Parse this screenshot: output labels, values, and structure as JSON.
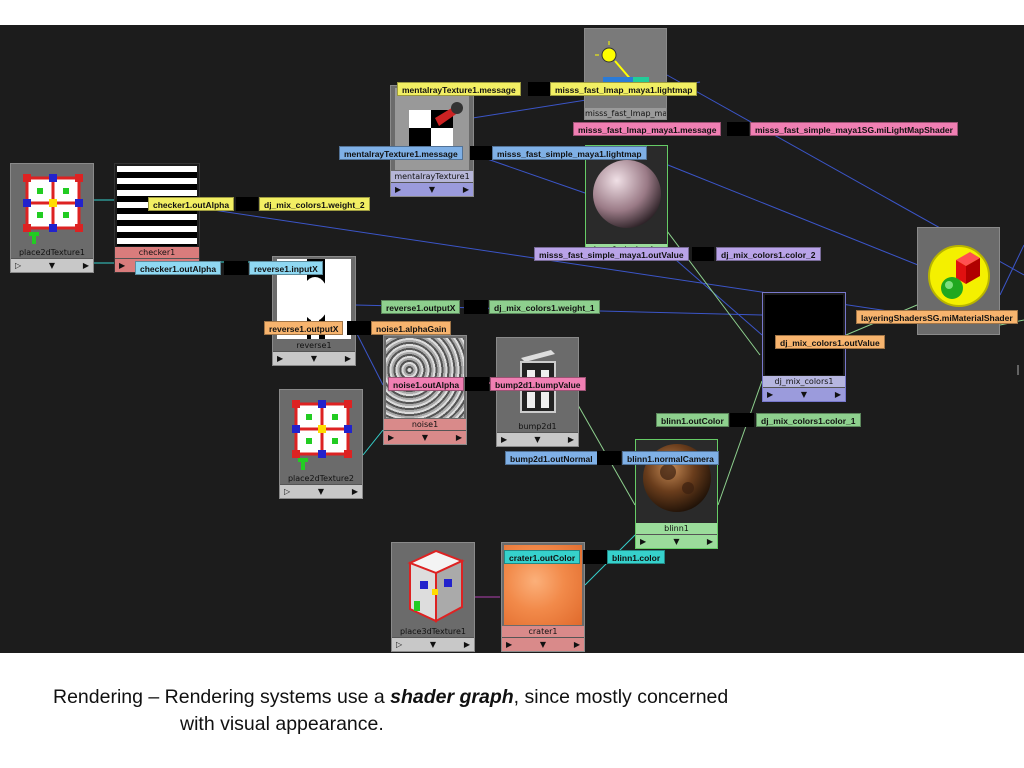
{
  "nodes": {
    "place2dTexture1": "place2dTexture1",
    "checker1": "checker1",
    "mentalrayTexture1": "mentalrayTexture1",
    "misss_fast_lmap": "misss_fast_lmap_ma...",
    "misss_fast_simple": "misss_fast_simple_...",
    "reverse1": "reverse1",
    "noise1": "noise1",
    "bump2d1": "bump2d1",
    "place2dTexture2": "place2dTexture2",
    "dj_mix_colors1": "dj_mix_colors1",
    "blinn1": "blinn1",
    "place3dTexture1": "place3dTexture1",
    "crater1": "crater1",
    "layeringShadersSG": ""
  },
  "nodebar": {
    "left": "▶",
    "mid": "▼",
    "right": "▶",
    "left_alt": "▷"
  },
  "tags": {
    "mentalrayTexture1_message": "mentalrayTexture1.message",
    "misss_fast_lmap_maya1_lightmap": "misss_fast_lmap_maya1.lightmap",
    "misss_fast_lmap_maya1_message": "misss_fast_lmap_maya1.message",
    "misss_fast_simple_maya1SG_miLightMapShader": "misss_fast_simple_maya1SG.miLightMapShader",
    "mentalrayTexture1_message_2": "mentalrayTexture1.message",
    "misss_fast_simple_maya1_lightmap": "misss_fast_simple_maya1.lightmap",
    "checker1_outAlpha": "checker1.outAlpha",
    "dj_mix_colors1_weight_2": "dj_mix_colors1.weight_2",
    "misss_fast_simple_maya1_outValue": "misss_fast_simple_maya1.outValue",
    "dj_mix_colors1_color_2": "dj_mix_colors1.color_2",
    "checker1_outAlpha_2": "checker1.outAlpha",
    "reverse1_inputX": "reverse1.inputX",
    "layeringShadersSG_miMaterialShader": "layeringShadersSG.miMaterialShader",
    "reverse1_outputX": "reverse1.outputX",
    "dj_mix_colors1_weight_1": "dj_mix_colors1.weight_1",
    "reverse1_outputX_2": "reverse1.outputX",
    "noise1_alphaGain": "noise1.alphaGain",
    "dj_mix_colors1_outValue": "dj_mix_colors1.outValue",
    "noise1_outAlpha": "noise1.outAlpha",
    "bump2d1_bumpValue": "bump2d1.bumpValue",
    "blinn1_outColor": "blinn1.outColor",
    "dj_mix_colors1_color_1": "dj_mix_colors1.color_1",
    "bump2d1_outNormal": "bump2d1.outNormal",
    "blinn1_normalCamera": "blinn1.normalCamera",
    "crater1_outColor": "crater1.outColor",
    "blinn1_color": "blinn1.color"
  },
  "caption": {
    "prefix": "Rendering – Rendering systems use a ",
    "emphasis": "shader graph",
    "suffix": ", since mostly concerned",
    "line2": "with visual appearance."
  },
  "colors": {
    "background": "#1c1c1c",
    "tag_yellow": "#f2ef63",
    "tag_blue": "#7fb0e6",
    "tag_pink": "#f07fb3",
    "tag_green": "#8ed08e",
    "tag_violet": "#b9a3e8",
    "tag_orange": "#f7b46e",
    "tag_teal": "#36d1cc"
  }
}
